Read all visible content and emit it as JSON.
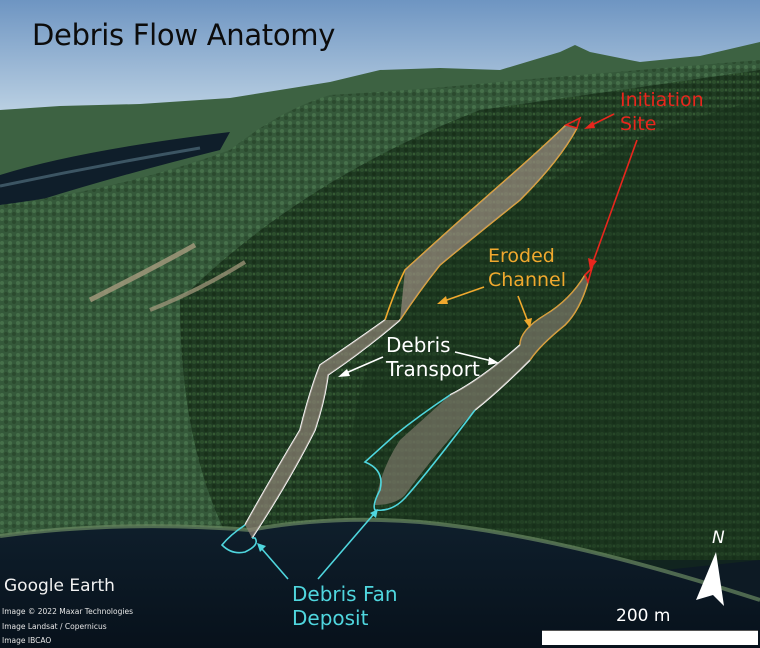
{
  "title": "Debris Flow Anatomy",
  "labels": {
    "initiation": {
      "line1": "Initiation",
      "line2": "Site",
      "color": "#e8261d"
    },
    "eroded": {
      "line1": "Eroded",
      "line2": "Channel",
      "color": "#f0a92e"
    },
    "transport": {
      "line1": "Debris",
      "line2": "Transport",
      "color": "#ffffff"
    },
    "fan": {
      "line1": "Debris Fan",
      "line2": "Deposit",
      "color": "#4fd6de"
    }
  },
  "attribution": {
    "logo": "Google Earth",
    "credits": [
      "Image © 2022 Maxar Technologies",
      "Image Landsat / Copernicus",
      "Image IBCAO"
    ]
  },
  "scale": {
    "label": "200 m"
  },
  "north": {
    "label": "N",
    "icon": "north-arrow-icon"
  }
}
